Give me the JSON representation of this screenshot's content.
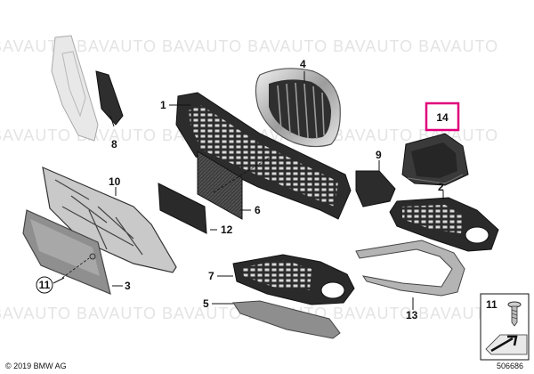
{
  "watermark": "BAVAUTO BAVAUTO BAVAUTO BAVAUTO BAVAUTO BAVAUTO",
  "part_labels": {
    "p1": "1",
    "p2": "2",
    "p3": "3",
    "p4": "4",
    "p5": "5",
    "p6": "6",
    "p7": "7",
    "p8": "8",
    "p9": "9",
    "p10": "10",
    "p11": "11",
    "p12": "12",
    "p13": "13",
    "p14": "14"
  },
  "legend_label": "11",
  "copyright": "© 2019 BMW AG",
  "diagram_number": "506686",
  "colors": {
    "highlight": "#e0007a",
    "part_dark": "#3a3a3a",
    "part_mid": "#8a8a8a",
    "part_light": "#d6d6d6"
  }
}
